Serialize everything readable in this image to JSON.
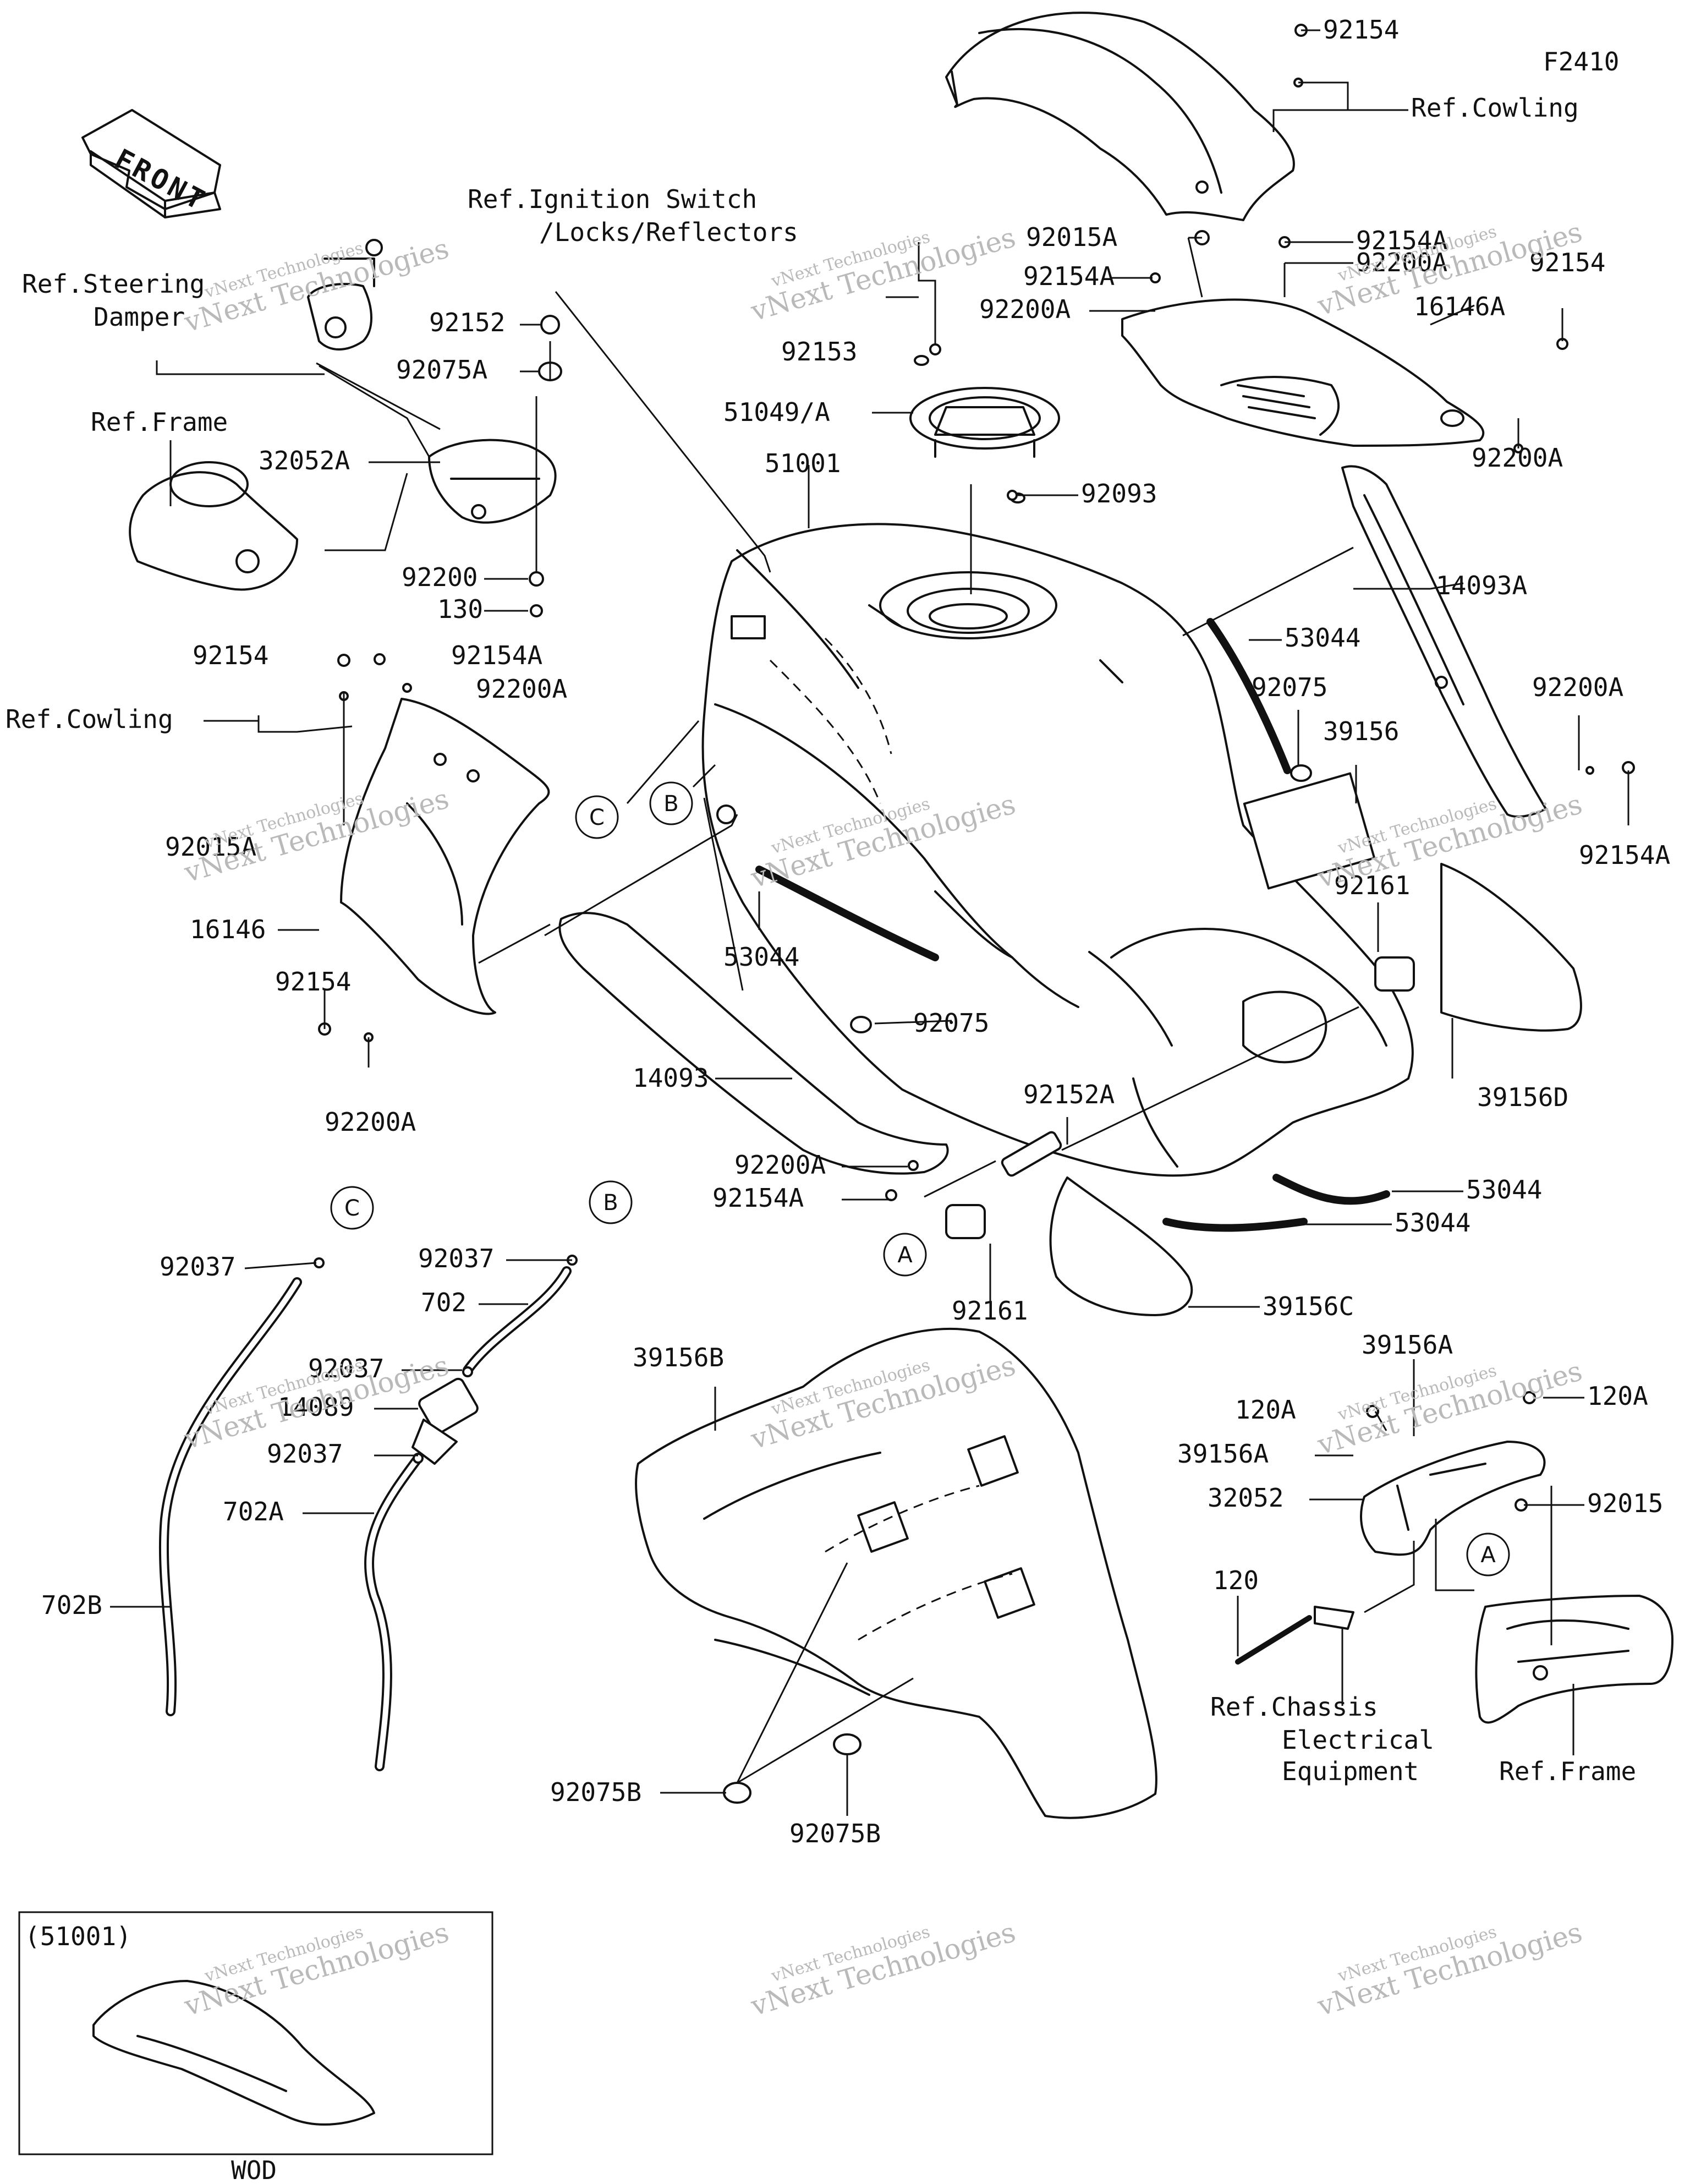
{
  "diagram": {
    "figure_code": "F2410",
    "front_arrow_text": "FRONT",
    "inset_title": "(51001)",
    "inset_caption": "WOD",
    "watermark_line1": "vNext Technologies",
    "watermark_line2": "vNext Technologies",
    "labels": [
      {
        "id": "l1",
        "text": "92154"
      },
      {
        "id": "l2",
        "text": "Ref.Cowling"
      },
      {
        "id": "l3",
        "text": "Ref.Ignition Switch"
      },
      {
        "id": "l4",
        "text": "/Locks/Reflectors"
      },
      {
        "id": "l5",
        "text": "92015A"
      },
      {
        "id": "l6",
        "text": "92154A"
      },
      {
        "id": "l7",
        "text": "92200A"
      },
      {
        "id": "l8",
        "text": "92154"
      },
      {
        "id": "l9",
        "text": "92154A"
      },
      {
        "id": "l10",
        "text": "92200A"
      },
      {
        "id": "l11",
        "text": "16146A"
      },
      {
        "id": "l12",
        "text": "Ref.Steering"
      },
      {
        "id": "l13",
        "text": "Damper"
      },
      {
        "id": "l14",
        "text": "92152"
      },
      {
        "id": "l15",
        "text": "92153"
      },
      {
        "id": "l16",
        "text": "92075A"
      },
      {
        "id": "l17",
        "text": "51049/A"
      },
      {
        "id": "l18",
        "text": "92200A"
      },
      {
        "id": "l19",
        "text": "Ref.Frame"
      },
      {
        "id": "l20",
        "text": "32052A"
      },
      {
        "id": "l21",
        "text": "51001"
      },
      {
        "id": "l22",
        "text": "92093"
      },
      {
        "id": "l23",
        "text": "92200"
      },
      {
        "id": "l24",
        "text": "14093A"
      },
      {
        "id": "l25",
        "text": "130"
      },
      {
        "id": "l26",
        "text": "53044"
      },
      {
        "id": "l27",
        "text": "92154"
      },
      {
        "id": "l28",
        "text": "92154A"
      },
      {
        "id": "l29",
        "text": "92200A"
      },
      {
        "id": "l30",
        "text": "92075"
      },
      {
        "id": "l31",
        "text": "92200A"
      },
      {
        "id": "l32",
        "text": "Ref.Cowling"
      },
      {
        "id": "l33",
        "text": "39156"
      },
      {
        "id": "l34",
        "text": "92015A"
      },
      {
        "id": "l35",
        "text": "92154A"
      },
      {
        "id": "l36",
        "text": "92161"
      },
      {
        "id": "l37",
        "text": "53044"
      },
      {
        "id": "l38",
        "text": "16146"
      },
      {
        "id": "l39",
        "text": "92154"
      },
      {
        "id": "l40",
        "text": "92075"
      },
      {
        "id": "l41",
        "text": "14093"
      },
      {
        "id": "l42",
        "text": "92152A"
      },
      {
        "id": "l43",
        "text": "39156D"
      },
      {
        "id": "l44",
        "text": "92200A"
      },
      {
        "id": "l45",
        "text": "92200A"
      },
      {
        "id": "l46",
        "text": "92154A"
      },
      {
        "id": "l47",
        "text": "53044"
      },
      {
        "id": "l48",
        "text": "53044"
      },
      {
        "id": "l49",
        "text": "92037"
      },
      {
        "id": "l50",
        "text": "92037"
      },
      {
        "id": "l51",
        "text": "702"
      },
      {
        "id": "l52",
        "text": "92161"
      },
      {
        "id": "l53",
        "text": "39156C"
      },
      {
        "id": "l54",
        "text": "92037"
      },
      {
        "id": "l55",
        "text": "14089"
      },
      {
        "id": "l56",
        "text": "92037"
      },
      {
        "id": "l57",
        "text": "702A"
      },
      {
        "id": "l58",
        "text": "39156B"
      },
      {
        "id": "l59",
        "text": "39156A"
      },
      {
        "id": "l60",
        "text": "120A"
      },
      {
        "id": "l61",
        "text": "120A"
      },
      {
        "id": "l62",
        "text": "39156A"
      },
      {
        "id": "l63",
        "text": "32052"
      },
      {
        "id": "l64",
        "text": "92015"
      },
      {
        "id": "l65",
        "text": "702B"
      },
      {
        "id": "l66",
        "text": "120"
      },
      {
        "id": "l67",
        "text": "Ref.Chassis"
      },
      {
        "id": "l68",
        "text": "Electrical"
      },
      {
        "id": "l69",
        "text": "Equipment"
      },
      {
        "id": "l70",
        "text": "Ref.Frame"
      },
      {
        "id": "l71",
        "text": "92075B"
      },
      {
        "id": "l72",
        "text": "92075B"
      }
    ],
    "callouts": [
      {
        "id": "c1",
        "text": "C"
      },
      {
        "id": "c2",
        "text": "B"
      },
      {
        "id": "c3",
        "text": "C"
      },
      {
        "id": "c4",
        "text": "B"
      },
      {
        "id": "c5",
        "text": "A"
      },
      {
        "id": "c6",
        "text": "A"
      }
    ]
  }
}
